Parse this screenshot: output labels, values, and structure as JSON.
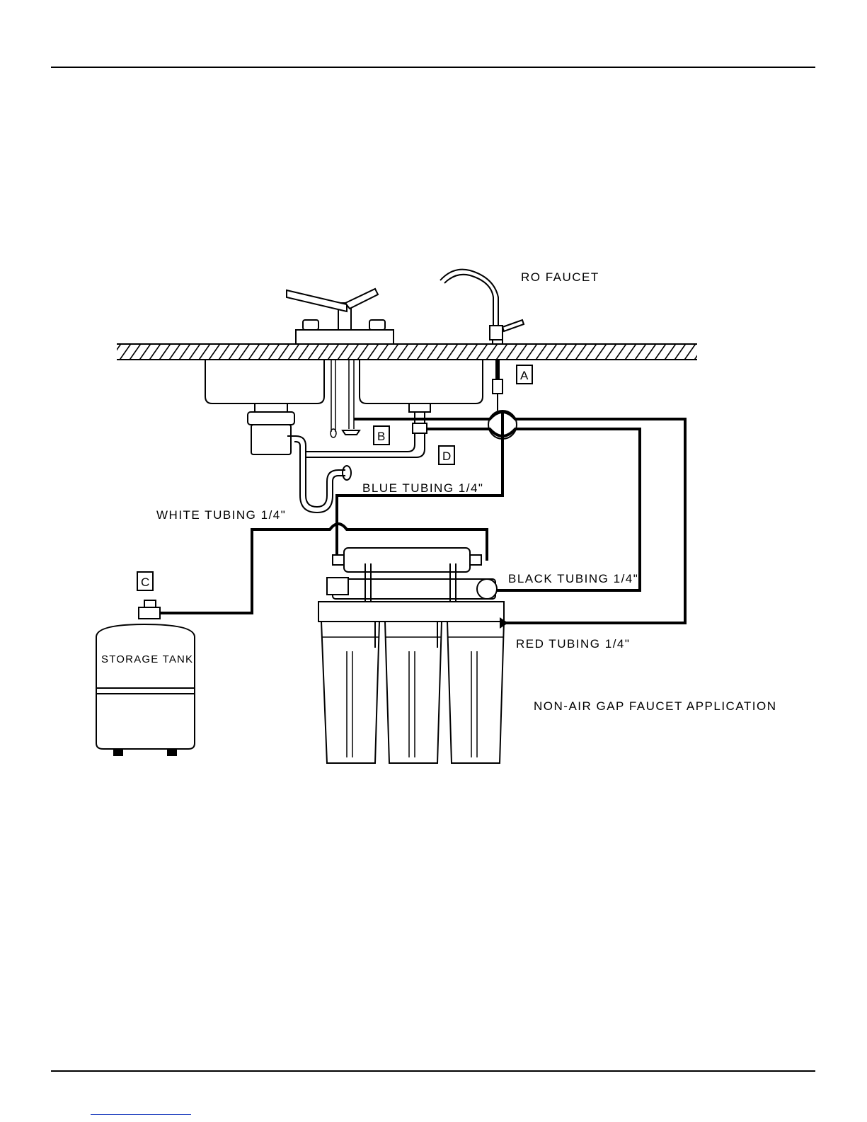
{
  "labels": {
    "ro_faucet": "RO FAUCET",
    "blue_tubing": "BLUE TUBING   1/4\"",
    "white_tubing": "WHITE TUBING 1/4\"",
    "black_tubing": "BLACK TUBING 1/4\"",
    "red_tubing": "RED TUBING  1/4\"",
    "storage_tank": "STORAGE TANK",
    "application": "NON-AIR GAP FAUCET APPLICATION"
  },
  "callouts": {
    "a": "A",
    "b": "B",
    "c": "C",
    "d": "D"
  }
}
